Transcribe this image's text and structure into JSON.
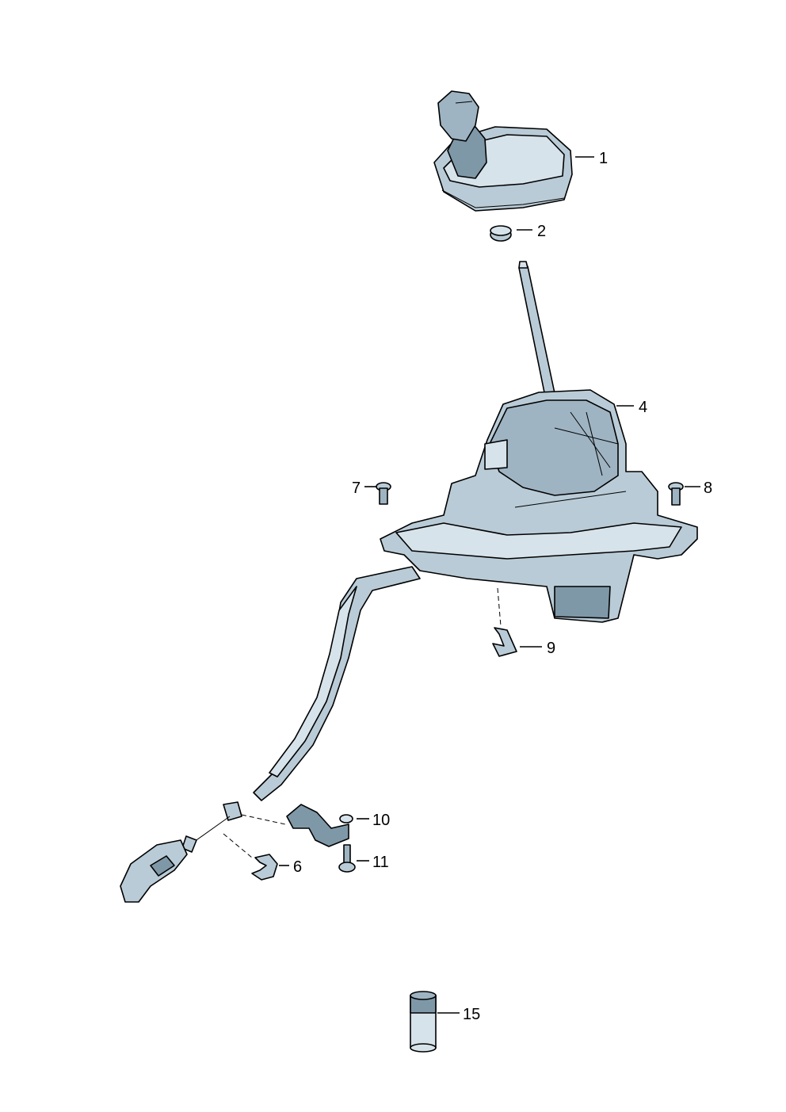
{
  "colors": {
    "part_fill": "#b9cbd6",
    "part_light": "#d7e3ea",
    "part_dark": "#7f98a8",
    "part_deep": "#5f7787",
    "outline": "#000000",
    "background": "#ffffff"
  },
  "callouts": [
    {
      "id": "1",
      "label": "1"
    },
    {
      "id": "2",
      "label": "2"
    },
    {
      "id": "4",
      "label": "4"
    },
    {
      "id": "6",
      "label": "6"
    },
    {
      "id": "7",
      "label": "7"
    },
    {
      "id": "8",
      "label": "8"
    },
    {
      "id": "9",
      "label": "9"
    },
    {
      "id": "10",
      "label": "10"
    },
    {
      "id": "11",
      "label": "11"
    },
    {
      "id": "15",
      "label": "15"
    }
  ]
}
